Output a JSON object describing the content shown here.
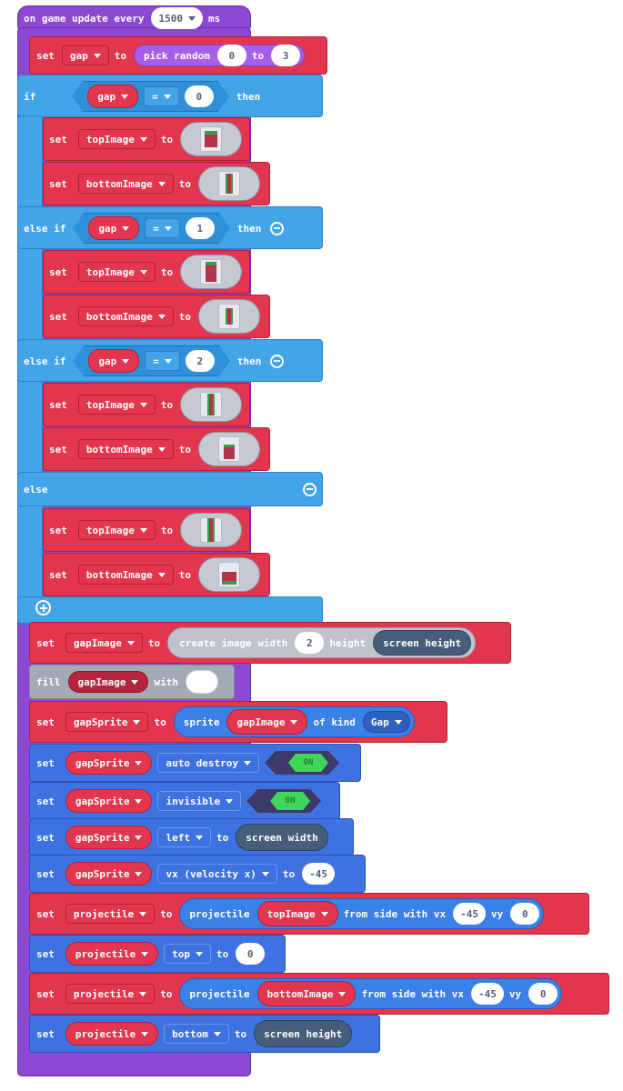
{
  "colors": {
    "event_hat": "#8b48d0",
    "variables": "#e2354e",
    "logic": "#43a4e8",
    "sprites": "#3e72e0",
    "images": "#a4aab5",
    "math": "#a65fe8",
    "scene": "#475e7a",
    "toggle_on": "#3fd65a"
  },
  "event": {
    "label": "on game update every",
    "interval": "1500",
    "unit": "ms"
  },
  "set_gap": {
    "set": "set",
    "var": "gap",
    "to": "to",
    "pick": "pick random",
    "from": "0",
    "to2": "to",
    "max": "3"
  },
  "if_block": {
    "if": "if",
    "then": "then",
    "elseif": "else if",
    "else": "else",
    "cond_var": "gap",
    "op": "=",
    "cond0": "0",
    "cond1": "1",
    "cond2": "2"
  },
  "assign": {
    "set": "set",
    "to": "to",
    "top": "topImage",
    "bottom": "bottomImage"
  },
  "gap_image": {
    "set": "set",
    "var": "gapImage",
    "to": "to",
    "create": "create image width",
    "width": "2",
    "height": "height",
    "screen_height": "screen height"
  },
  "fill": {
    "fill": "fill",
    "var": "gapImage",
    "with": "with"
  },
  "gap_sprite": {
    "set": "set",
    "var": "gapSprite",
    "to": "to",
    "sprite": "sprite",
    "img": "gapImage",
    "ofkind": "of kind",
    "kind": "Gap"
  },
  "flags": {
    "auto_destroy": "auto destroy",
    "invisible": "invisible",
    "on": "ON"
  },
  "props": {
    "left": "left",
    "screen_width": "screen width",
    "vx": "vx (velocity x)",
    "vx_value": "-45"
  },
  "projectile": {
    "set": "set",
    "var": "projectile",
    "to": "to",
    "func": "projectile",
    "fromside": "from side with vx",
    "vx": "-45",
    "vy_label": "vy",
    "vy": "0",
    "top": "top",
    "top_value": "0",
    "bottom": "bottom",
    "screen_height": "screen height",
    "topImage": "topImage",
    "bottomImage": "bottomImage"
  },
  "icons": [
    "dropdown-caret-icon",
    "remove-branch-icon",
    "add-branch-icon",
    "pipe-image-thumbnail"
  ]
}
